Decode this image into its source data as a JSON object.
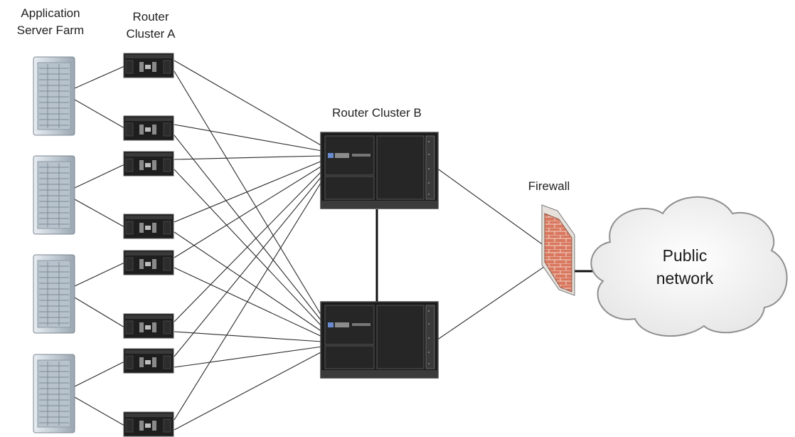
{
  "labels": {
    "server_farm": [
      "Application",
      "Server Farm"
    ],
    "cluster_a": [
      "Router",
      "Cluster A"
    ],
    "cluster_b": "Router Cluster B",
    "firewall": "Firewall",
    "cloud": [
      "Public",
      "network"
    ]
  },
  "nodes": {
    "servers": [
      "server-1",
      "server-2",
      "server-3",
      "server-4"
    ],
    "routers_a": [
      "router-a-1",
      "router-a-2",
      "router-a-3",
      "router-a-4",
      "router-a-5",
      "router-a-6",
      "router-a-7",
      "router-a-8"
    ],
    "routers_b": [
      "router-b-top",
      "router-b-bottom"
    ],
    "firewall": "firewall",
    "cloud": "public-network-cloud"
  },
  "colors": {
    "router_body": "#1e1e1e",
    "server_body": "#c9d3db",
    "firewall_brick": "#d9785f",
    "cloud_fill": "#f4f4f4"
  }
}
